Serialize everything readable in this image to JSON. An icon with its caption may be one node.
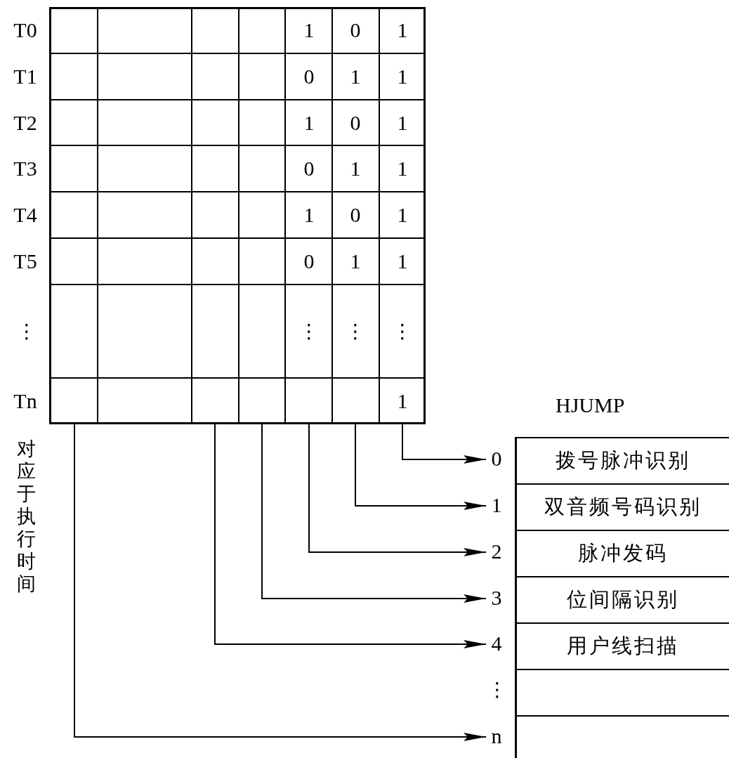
{
  "diagram": {
    "nodes": [
      {
        "text": [],
        "shape": "box"
      },
      {
        "text": [
          "0"
        ]
      },
      {
        "text": [
          "1"
        ]
      },
      {
        "text": [
          "2"
        ]
      },
      {
        "text": [
          "3"
        ]
      },
      {
        "text": [
          "4"
        ]
      },
      {
        "text": [
          "n"
        ]
      },
      {
        "text": [
          "HJUMP"
        ]
      },
      {
        "text": [
          "拨号脉冲识别"
        ],
        "in": 7
      },
      {
        "text": [
          "双音频号码识别"
        ],
        "in": 7
      },
      {
        "text": [
          "脉冲发码"
        ],
        "in": 7
      },
      {
        "text": [
          "位间隔识别"
        ],
        "in": 7
      },
      {
        "text": [
          "用户线扫描"
        ],
        "in": 7
      },
      {
        "text": [],
        "shape": "box",
        "in": 7
      },
      {
        "text": [],
        "shape": "box",
        "in": 7
      }
    ],
    "edges": [
      {
        "from": 0,
        "to": 1,
        "arrow": "to"
      },
      {
        "from": 0,
        "to": 2,
        "arrow": "to"
      },
      {
        "from": 0,
        "to": 3,
        "arrow": "to"
      },
      {
        "from": 0,
        "to": 4,
        "arrow": "to"
      },
      {
        "from": 0,
        "to": 5,
        "arrow": "to"
      },
      {
        "from": 0,
        "to": 6,
        "arrow": "to"
      }
    ],
    "labels": [
      "T0",
      "1",
      "0",
      "1",
      "T1",
      "0",
      "1",
      "1",
      "T2",
      "1",
      "0",
      "1",
      "T3",
      "0",
      "1",
      "1",
      "T4",
      "1",
      "0",
      "1",
      "T5",
      "0",
      "1",
      "1",
      "⋮",
      "⋮",
      "⋮",
      "⋮",
      "Tn",
      "1",
      "对应于执行时间",
      "⋮"
    ]
  }
}
